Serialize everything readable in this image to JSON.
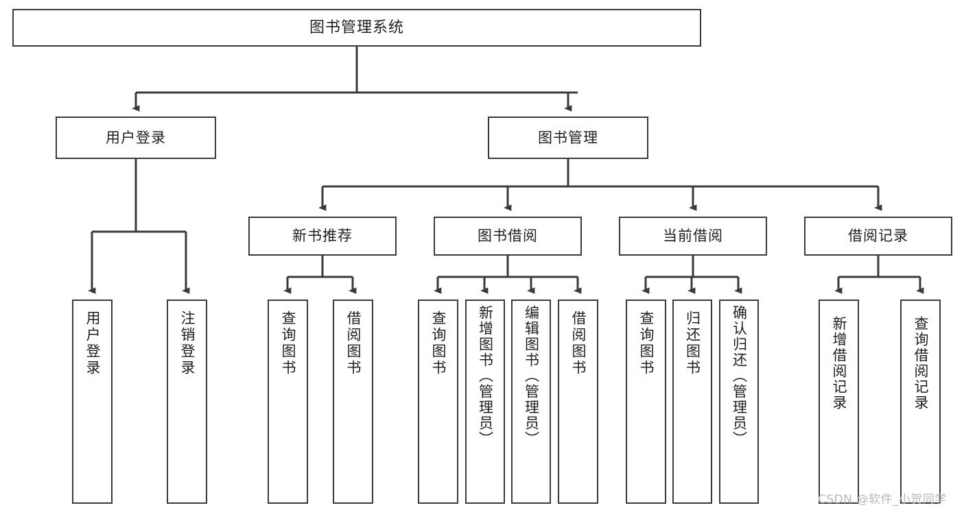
{
  "diagram": {
    "title": "图书管理系统",
    "type": "hierarchy-tree",
    "root": {
      "id": "root",
      "label": "图书管理系统"
    },
    "level2": [
      {
        "id": "user-login",
        "label": "用户登录"
      },
      {
        "id": "book-management",
        "label": "图书管理"
      }
    ],
    "level3": [
      {
        "id": "new-book-recommend",
        "label": "新书推荐"
      },
      {
        "id": "book-borrow",
        "label": "图书借阅"
      },
      {
        "id": "current-borrow",
        "label": "当前借阅"
      },
      {
        "id": "borrow-record",
        "label": "借阅记录"
      }
    ],
    "leaves": {
      "user_login": [
        {
          "id": "leaf-user-login",
          "label": "用户登录"
        },
        {
          "id": "leaf-logout-login",
          "label": "注销登录"
        }
      ],
      "new_book_recommend": [
        {
          "id": "leaf-query-book-1",
          "label": "查询图书"
        },
        {
          "id": "leaf-borrow-book-1",
          "label": "借阅图书"
        }
      ],
      "book_borrow": [
        {
          "id": "leaf-query-book-2",
          "label": "查询图书"
        },
        {
          "id": "leaf-add-book",
          "label": "新增图书（管理员）"
        },
        {
          "id": "leaf-edit-book",
          "label": "编辑图书（管理员）"
        },
        {
          "id": "leaf-borrow-book-2",
          "label": "借阅图书"
        }
      ],
      "current_borrow": [
        {
          "id": "leaf-query-book-3",
          "label": "查询图书"
        },
        {
          "id": "leaf-return-book",
          "label": "归还图书"
        },
        {
          "id": "leaf-confirm-return",
          "label": "确认归还（管理员）"
        }
      ],
      "borrow_record": [
        {
          "id": "leaf-add-record",
          "label": "新增借阅记录"
        },
        {
          "id": "leaf-query-record",
          "label": "查询借阅记录"
        }
      ]
    }
  },
  "watermark": {
    "text": "CSDN @软件_小贺同学"
  },
  "colors": {
    "stroke": "#3a3a3a",
    "fill": "#ffffff",
    "text": "#1f1f1f",
    "watermark": "#b9b9b9"
  }
}
